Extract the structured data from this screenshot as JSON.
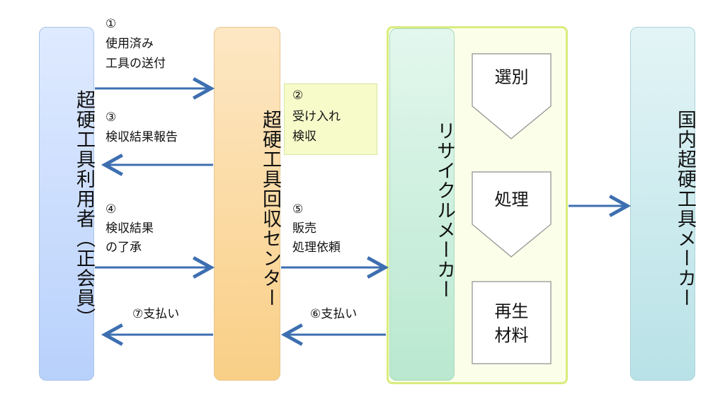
{
  "columns": {
    "user": "超硬工具利用者（正会員）",
    "center": "超硬工具回収センター",
    "recycler": "リサイクルメーカー",
    "domestic": "国内超硬工具メーカー"
  },
  "process": {
    "step1": "選別",
    "step2": "処理",
    "step3_line1": "再生",
    "step3_line2": "材料"
  },
  "labels": {
    "l1_num": "①",
    "l1_line1": "使用済み",
    "l1_line2": "工具の送付",
    "l2_num": "②",
    "l2_line1": "受け入れ",
    "l2_line2": "検収",
    "l3_num": "③",
    "l3_line1": "検収結果報告",
    "l4_num": "④",
    "l4_line1": "検収結果",
    "l4_line2": "の了承",
    "l5_num": "⑤",
    "l5_line1": "販売",
    "l5_line2": "処理依頼",
    "l6": "⑥支払い",
    "l7": "⑦支払い"
  },
  "colors": {
    "arrow": "#3d6fb0",
    "user_fill": "#c7dafc",
    "center_fill": "#fbd99e",
    "recycler_fill": "#c9eedb",
    "domestic_fill": "#c6e8ec",
    "accept_fill": "#f6fbc9"
  }
}
